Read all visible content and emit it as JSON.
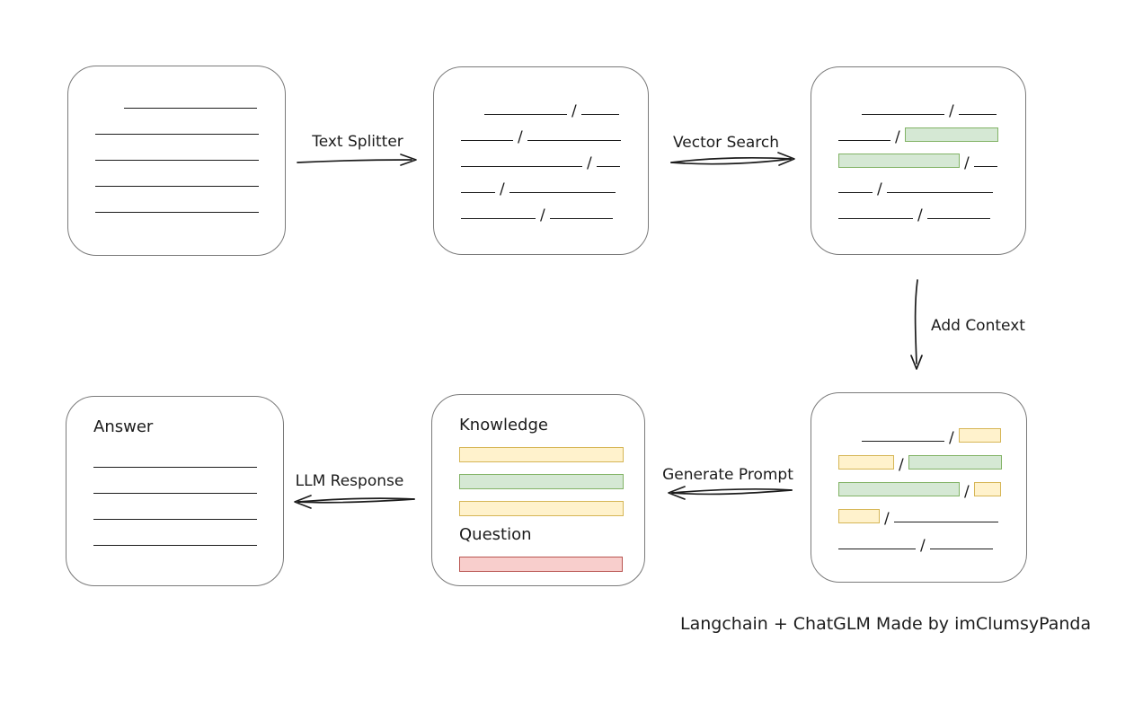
{
  "caption": "Langchain + ChatGLM Made by imClumsyPanda",
  "colors": {
    "background": "#ffffff",
    "stroke": "#1c1c1c",
    "node_border": "#7a7a7a",
    "green_fill": "#d5e8d4",
    "green_border": "#82b366",
    "yellow_fill": "#fff2cc",
    "yellow_border": "#d6b656",
    "red_fill": "#f8cecc",
    "red_border": "#b85450"
  },
  "arrows": {
    "text_splitter": "Text Splitter",
    "vector_search": "Vector Search",
    "add_context": "Add Context",
    "generate_prompt": "Generate Prompt",
    "llm_response": "LLM Response"
  },
  "boxes": {
    "document": {
      "rows": [
        {
          "indent": 32,
          "segments": [
            {
              "type": "line",
              "w": 148
            }
          ]
        },
        {
          "segments": [
            {
              "type": "line",
              "w": 182
            }
          ]
        },
        {
          "segments": [
            {
              "type": "line",
              "w": 182
            }
          ]
        },
        {
          "segments": [
            {
              "type": "line",
              "w": 182
            }
          ]
        },
        {
          "segments": [
            {
              "type": "line",
              "w": 182
            }
          ]
        }
      ]
    },
    "split_text": {
      "rows": [
        {
          "indent": 26,
          "segments": [
            {
              "type": "line",
              "w": 92
            },
            {
              "type": "slash"
            },
            {
              "type": "line",
              "w": 42
            }
          ]
        },
        {
          "segments": [
            {
              "type": "line",
              "w": 58
            },
            {
              "type": "slash"
            },
            {
              "type": "line",
              "w": 104
            }
          ]
        },
        {
          "segments": [
            {
              "type": "line",
              "w": 135
            },
            {
              "type": "slash"
            },
            {
              "type": "line",
              "w": 26
            }
          ]
        },
        {
          "segments": [
            {
              "type": "line",
              "w": 38
            },
            {
              "type": "slash"
            },
            {
              "type": "line",
              "w": 118
            }
          ]
        },
        {
          "segments": [
            {
              "type": "line",
              "w": 83
            },
            {
              "type": "slash"
            },
            {
              "type": "line",
              "w": 70
            }
          ]
        }
      ]
    },
    "search_result": {
      "rows": [
        {
          "indent": 26,
          "segments": [
            {
              "type": "line",
              "w": 92
            },
            {
              "type": "slash"
            },
            {
              "type": "line",
              "w": 42
            }
          ]
        },
        {
          "segments": [
            {
              "type": "line",
              "w": 58
            },
            {
              "type": "slash"
            },
            {
              "type": "green",
              "w": 104
            }
          ]
        },
        {
          "segments": [
            {
              "type": "green",
              "w": 135
            },
            {
              "type": "slash"
            },
            {
              "type": "line",
              "w": 26
            }
          ]
        },
        {
          "segments": [
            {
              "type": "line",
              "w": 38
            },
            {
              "type": "slash"
            },
            {
              "type": "line",
              "w": 118
            }
          ]
        },
        {
          "segments": [
            {
              "type": "line",
              "w": 83
            },
            {
              "type": "slash"
            },
            {
              "type": "line",
              "w": 70
            }
          ]
        }
      ]
    },
    "context": {
      "rows": [
        {
          "indent": 26,
          "segments": [
            {
              "type": "line",
              "w": 92
            },
            {
              "type": "slash"
            },
            {
              "type": "yellow",
              "w": 47
            }
          ]
        },
        {
          "segments": [
            {
              "type": "yellow",
              "w": 62
            },
            {
              "type": "slash"
            },
            {
              "type": "green",
              "w": 104
            }
          ]
        },
        {
          "segments": [
            {
              "type": "green",
              "w": 135
            },
            {
              "type": "slash"
            },
            {
              "type": "yellow",
              "w": 30
            }
          ]
        },
        {
          "segments": [
            {
              "type": "yellow",
              "w": 46
            },
            {
              "type": "slash"
            },
            {
              "type": "line",
              "w": 116
            }
          ]
        },
        {
          "segments": [
            {
              "type": "line",
              "w": 86
            },
            {
              "type": "slash"
            },
            {
              "type": "line",
              "w": 70
            }
          ]
        }
      ]
    },
    "prompt": {
      "knowledge_label": "Knowledge",
      "question_label": "Question",
      "knowledge_rows": [
        {
          "segments": [
            {
              "type": "yellow",
              "w": 183
            }
          ]
        },
        {
          "segments": [
            {
              "type": "green",
              "w": 183
            }
          ]
        },
        {
          "segments": [
            {
              "type": "yellow",
              "w": 183
            }
          ]
        }
      ],
      "question_rows": [
        {
          "segments": [
            {
              "type": "red",
              "w": 182
            }
          ]
        }
      ]
    },
    "answer": {
      "label": "Answer",
      "rows": [
        {
          "segments": [
            {
              "type": "line",
              "w": 182
            }
          ]
        },
        {
          "segments": [
            {
              "type": "line",
              "w": 182
            }
          ]
        },
        {
          "segments": [
            {
              "type": "line",
              "w": 182
            }
          ]
        },
        {
          "segments": [
            {
              "type": "line",
              "w": 182
            }
          ]
        }
      ]
    }
  }
}
